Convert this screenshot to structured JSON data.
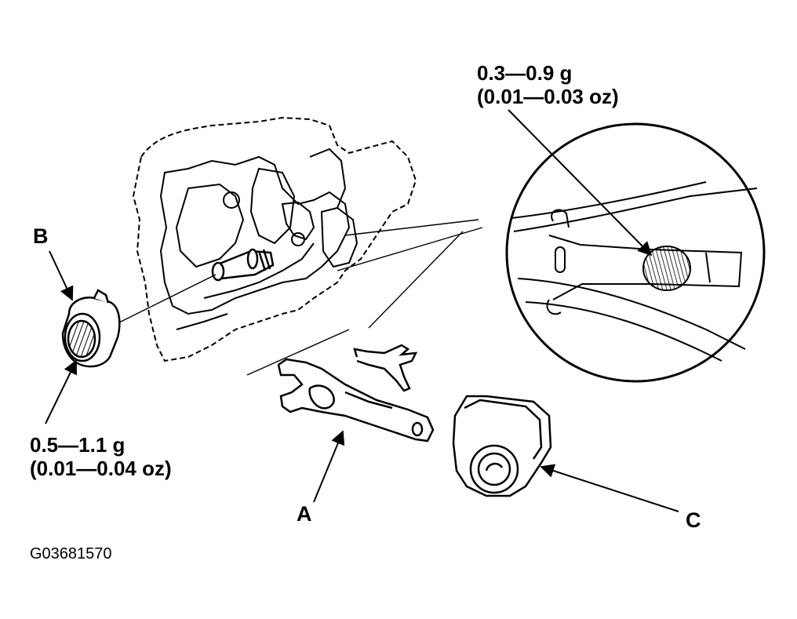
{
  "labels": {
    "part_a": "A",
    "part_b": "B",
    "part_c": "C"
  },
  "grease_specs": {
    "fork_pivot_g": "0.3—0.9 g",
    "fork_pivot_oz": "(0.01—0.03 oz)",
    "release_bearing_g": "0.5—1.1 g",
    "release_bearing_oz": "(0.01—0.04 oz)"
  },
  "figure_code": "G03681570"
}
